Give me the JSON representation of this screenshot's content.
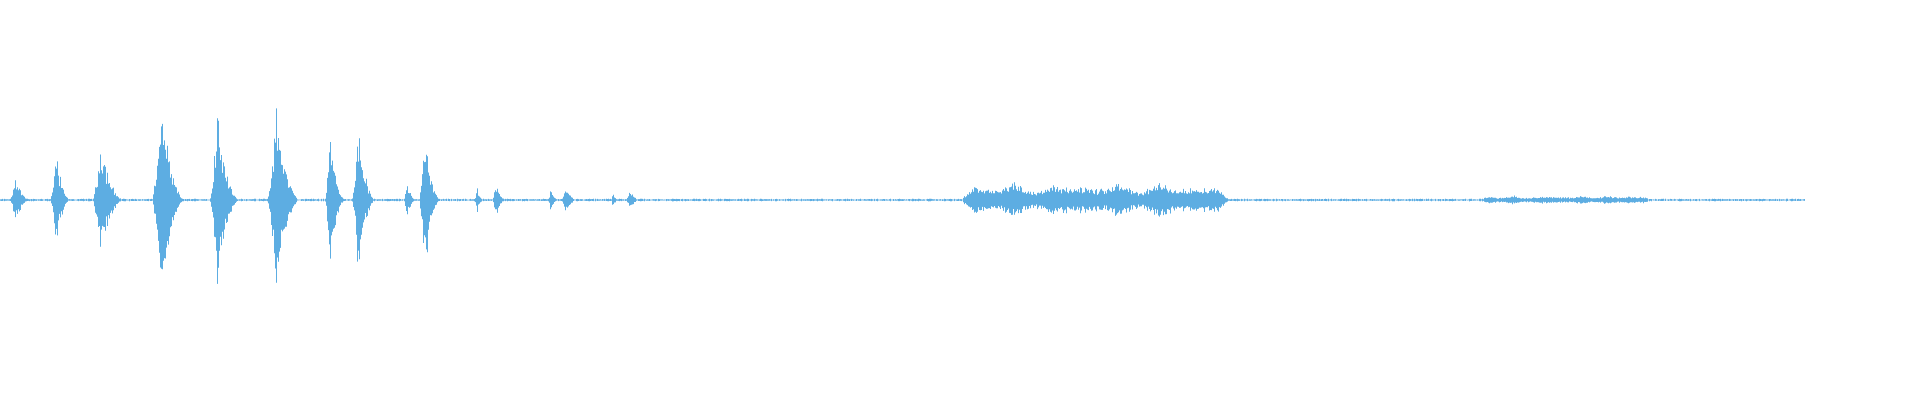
{
  "waveform": {
    "color": "#5dade2",
    "background": "#ffffff",
    "baseline_amplitude": 0.006,
    "bursts": [
      {
        "start": 0.005,
        "end": 0.016,
        "peak": 0.12
      },
      {
        "start": 0.026,
        "end": 0.037,
        "peak": 0.23
      },
      {
        "start": 0.048,
        "end": 0.065,
        "peak": 0.29
      },
      {
        "start": 0.079,
        "end": 0.097,
        "peak": 0.47
      },
      {
        "start": 0.109,
        "end": 0.125,
        "peak": 0.46
      },
      {
        "start": 0.139,
        "end": 0.157,
        "peak": 0.45
      },
      {
        "start": 0.169,
        "end": 0.18,
        "peak": 0.36
      },
      {
        "start": 0.183,
        "end": 0.196,
        "peak": 0.37
      },
      {
        "start": 0.21,
        "end": 0.217,
        "peak": 0.08
      },
      {
        "start": 0.218,
        "end": 0.23,
        "peak": 0.34
      },
      {
        "start": 0.247,
        "end": 0.252,
        "peak": 0.06
      },
      {
        "start": 0.256,
        "end": 0.264,
        "peak": 0.09
      },
      {
        "start": 0.285,
        "end": 0.291,
        "peak": 0.05
      },
      {
        "start": 0.292,
        "end": 0.301,
        "peak": 0.07
      },
      {
        "start": 0.318,
        "end": 0.322,
        "peak": 0.04
      },
      {
        "start": 0.326,
        "end": 0.333,
        "peak": 0.06
      },
      {
        "start": 0.5,
        "end": 0.64,
        "peak": 0.08,
        "sustained": true
      },
      {
        "start": 0.77,
        "end": 0.86,
        "peak": 0.02,
        "sustained": true
      }
    ],
    "signal_end": 0.94
  }
}
